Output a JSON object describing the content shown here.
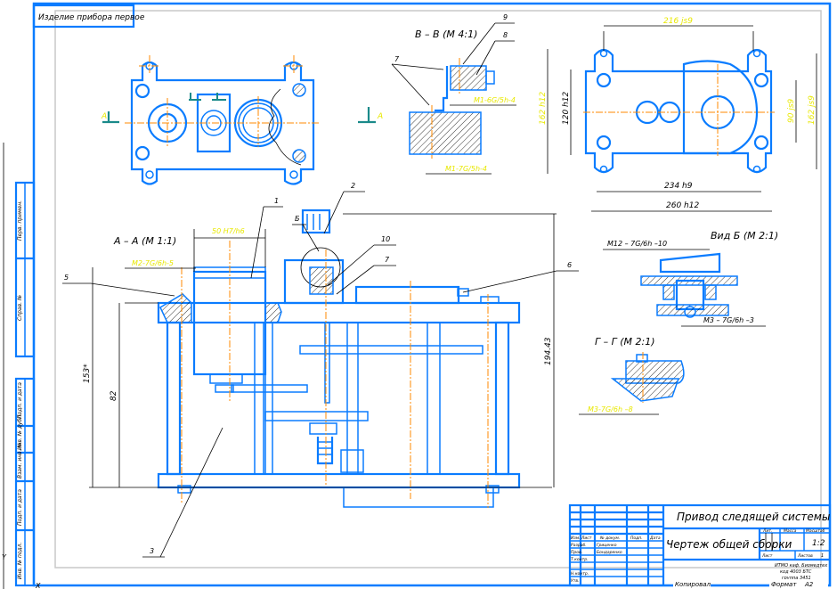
{
  "drawing": {
    "stamp_top_left": "Изделие прибора первое",
    "title_block": {
      "product_name": "Привод следящей системы",
      "document_name": "Чертеж общей сборки",
      "header_labels": [
        "Изм.",
        "Лист",
        "№ докум.",
        "Подп.",
        "Дата"
      ],
      "role_labels": [
        "Разраб.",
        "Пров.",
        "Т.контр.",
        "",
        "Н.контр.",
        "Утв."
      ],
      "person_names": [
        "Гриценко",
        "Бондаренко"
      ],
      "lit_label": "Лит.",
      "mass_label": "Масса",
      "scale_label": "Масштаб",
      "scale_value": "1:2",
      "sheet_label": "Лист",
      "sheets_label": "Листов",
      "sheets_value": "1",
      "organization": [
        "ИТМО каф. Биомедтех",
        "код 4003 БТС",
        "группа 3451"
      ],
      "copied_label": "Копировал",
      "format_label": "Формат",
      "format_value": "А2"
    },
    "side_stamp_labels": [
      "Инв. № подл.",
      "Подп. и дата",
      "Взам. инв. №",
      "Инв. № дубл.",
      "Подп. и дата",
      "Справ. №",
      "Перв. примен."
    ],
    "views": {
      "section_aa": "А – А (М 1:1)",
      "section_vv": "В – В (М 4:1)",
      "view_b": "Вид Б (М 2:1)",
      "section_gg": "Г – Г (М 2:1)",
      "section_marks": [
        "А",
        "А",
        "Б"
      ]
    },
    "dimensions": {
      "top_width": "216 js9",
      "height_left_outer": "162 h12",
      "height_left_inner": "120 h12",
      "height_right_inner": "90 js9",
      "height_right_outer": "162 js9",
      "bottom_width_inner": "234 h9",
      "bottom_width_outer": "260 h12",
      "fit_motor": "50 H7/h6",
      "thread_aa": "M2-7G/6h-5",
      "thread_vv_top": "M1-6G/5h-4",
      "thread_vv_bottom": "M1-7G/5h-4",
      "thread_view_b_top": "M12 – 7G/6h –10",
      "thread_view_b_bottom": "M3 – 7G/6h –3",
      "thread_gg": "M3-7G/6h –8",
      "height_total_left": "153*",
      "height_frame": "82",
      "height_total_right": "194.43"
    },
    "callouts": [
      "1",
      "2",
      "3",
      "5",
      "6",
      "7",
      "7",
      "8",
      "9",
      "10",
      "Б"
    ],
    "axis_marks": [
      "Y",
      "X"
    ]
  }
}
